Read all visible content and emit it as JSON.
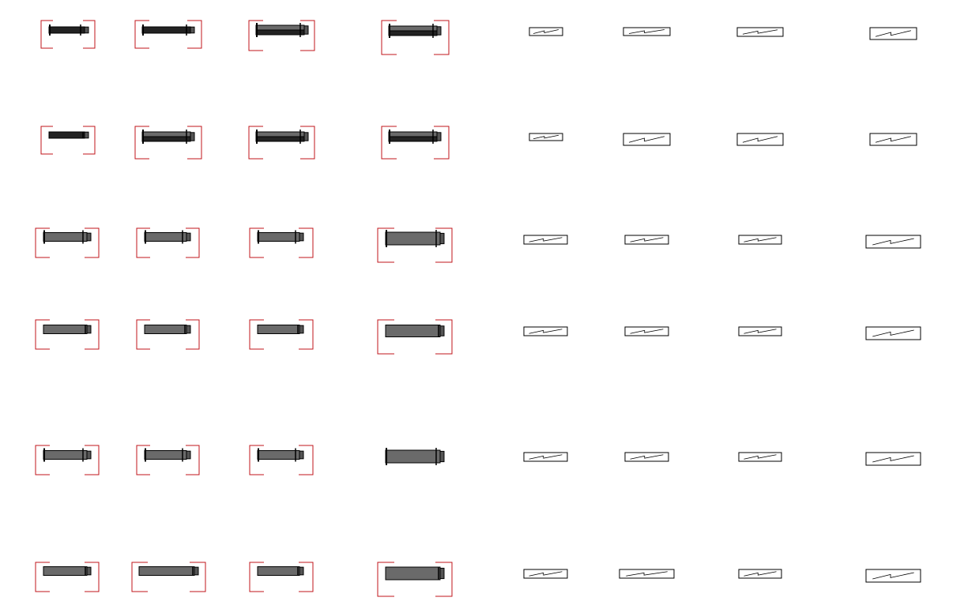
{
  "colors": {
    "background": "#ffffff",
    "bracket": "#c0161b",
    "outline": "#000000",
    "fill_dark": "#222222",
    "fill_mid": "#555555",
    "fill_light": "#6a6a6a",
    "symbol_fill": "#ffffff"
  },
  "elevation_rows": [
    {
      "fill": "fill_dark",
      "items": [
        {
          "style": "single"
        },
        {
          "style": "single"
        },
        {
          "style": "double"
        },
        {
          "style": "double"
        }
      ]
    },
    {
      "fill": "fill_dark",
      "items": [
        {
          "style": "flat"
        },
        {
          "style": "double"
        },
        {
          "style": "double"
        },
        {
          "style": "double"
        }
      ]
    },
    {
      "fill": "fill_light",
      "items": [
        {
          "style": "single"
        },
        {
          "style": "single"
        },
        {
          "style": "single"
        },
        {
          "style": "single"
        }
      ]
    },
    {
      "fill": "fill_light",
      "items": [
        {
          "style": "flat"
        },
        {
          "style": "flat"
        },
        {
          "style": "flat"
        },
        {
          "style": "flat"
        }
      ]
    },
    {
      "fill": "fill_light",
      "items": [
        {
          "style": "single"
        },
        {
          "style": "single"
        },
        {
          "style": "single"
        },
        {
          "style": "single",
          "bracket": false
        }
      ]
    },
    {
      "fill": "fill_light",
      "items": [
        {
          "style": "flat"
        },
        {
          "style": "flat"
        },
        {
          "style": "flat"
        },
        {
          "style": "flat"
        }
      ]
    }
  ],
  "plan_symbol_rows": 6,
  "plan_symbol_columns": 4
}
